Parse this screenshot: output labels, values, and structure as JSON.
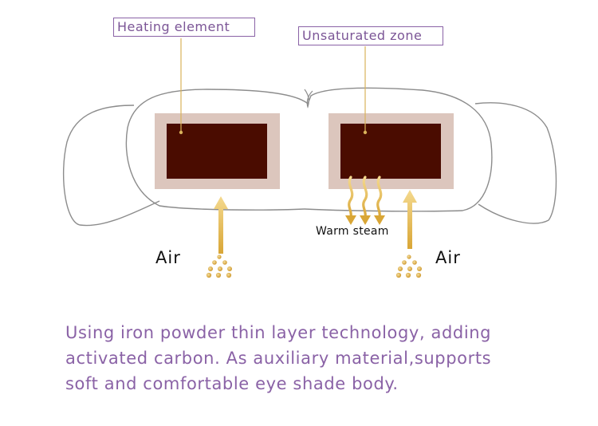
{
  "labels": {
    "heating_element": "Heating element",
    "unsaturated_zone": "Unsaturated zone",
    "warm_steam": "Warm steam",
    "air_left": "Air",
    "air_right": "Air"
  },
  "caption": {
    "lines": [
      "Using iron powder thin layer technology, adding",
      "activated carbon.  As auxiliary material,supports",
      "soft and comfortable eye shade body."
    ]
  },
  "colors": {
    "outline": "#8c8c8c",
    "pad_border": "#dcc6bd",
    "heating_element": "#4a0c00",
    "leader_line": "#d9b25a",
    "arrow_gold": "#e7b84a",
    "callout_border": "#8a62a6",
    "caption_text": "#8a62a6"
  }
}
